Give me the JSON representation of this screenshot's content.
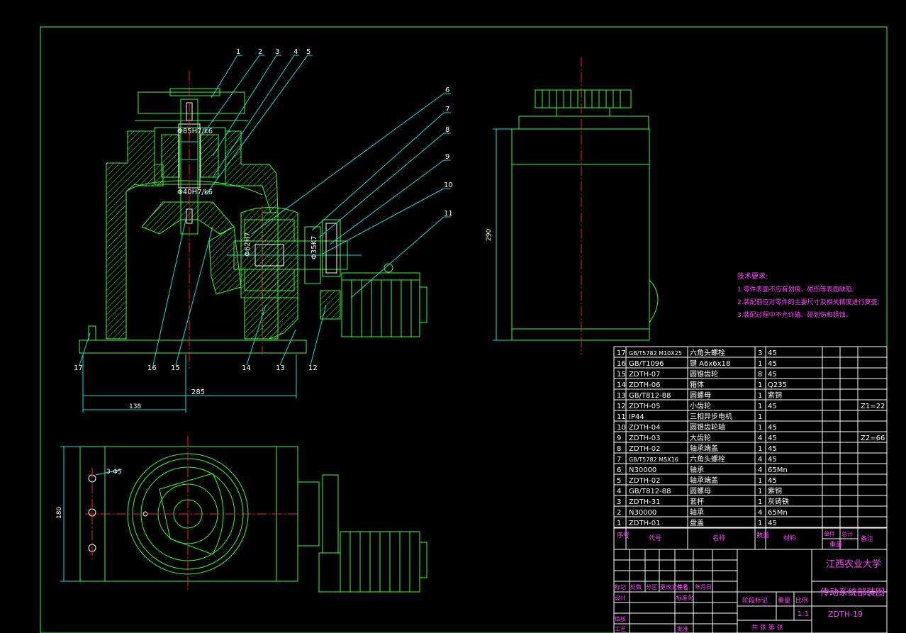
{
  "balloons": [
    "1",
    "2",
    "3",
    "4",
    "5",
    "6",
    "7",
    "8",
    "9",
    "10",
    "11",
    "12",
    "13",
    "14",
    "15",
    "16",
    "17"
  ],
  "dimensions": {
    "d285": "285",
    "d138": "138",
    "d290": "290",
    "d180": "180",
    "holes": "3-Φ5",
    "m1": "Φ85H7/k6",
    "m2": "Φ40H7/k6",
    "m3": "Φ62H7",
    "m4": "Φ35K7"
  },
  "tech": {
    "title": "技术要求:",
    "lines": [
      "1.零件表面不应有划痕、碰伤等表面缺陷;",
      "2.装配前应对零件的主要尺寸及相关精度进行复查;",
      "3.装配过程中不允许磕、碰划伤和锈蚀。"
    ]
  },
  "bom": {
    "rows": [
      {
        "no": "17",
        "code": "GB/T5782 M10X25",
        "name": "六角头螺栓",
        "qty": "3",
        "mat": "45",
        "note": ""
      },
      {
        "no": "16",
        "code": "GB/T1096",
        "name": "键 A6x6x18",
        "qty": "1",
        "mat": "45",
        "note": ""
      },
      {
        "no": "15",
        "code": "ZDTH-07",
        "name": "圆锥齿轮",
        "qty": "8",
        "mat": "45",
        "note": ""
      },
      {
        "no": "14",
        "code": "ZDTH-06",
        "name": "箱体",
        "qty": "1",
        "mat": "Q235",
        "note": ""
      },
      {
        "no": "13",
        "code": "GB/T812-88",
        "name": "圆螺母",
        "qty": "1",
        "mat": "紫铜",
        "note": ""
      },
      {
        "no": "12",
        "code": "ZDTH-05",
        "name": "小齿轮",
        "qty": "1",
        "mat": "45",
        "note": "Z1=22"
      },
      {
        "no": "11",
        "code": "IP44",
        "name": "三相异步电机",
        "qty": "1",
        "mat": "",
        "note": ""
      },
      {
        "no": "10",
        "code": "ZDTH-04",
        "name": "圆锥齿轮轴",
        "qty": "1",
        "mat": "45",
        "note": ""
      },
      {
        "no": "9",
        "code": "ZDTH-03",
        "name": "大齿轮",
        "qty": "4",
        "mat": "45",
        "note": "Z2=66"
      },
      {
        "no": "8",
        "code": "ZDTH-02",
        "name": "轴承端盖",
        "qty": "1",
        "mat": "45",
        "note": ""
      },
      {
        "no": "7",
        "code": "GB/T5782 M5X16",
        "name": "六角头螺栓",
        "qty": "4",
        "mat": "45",
        "note": ""
      },
      {
        "no": "6",
        "code": "N30000",
        "name": "轴承",
        "qty": "4",
        "mat": "65Mn",
        "note": ""
      },
      {
        "no": "5",
        "code": "ZDTH-02",
        "name": "轴承端盖",
        "qty": "1",
        "mat": "45",
        "note": ""
      },
      {
        "no": "4",
        "code": "GB/T812-88",
        "name": "圆螺母",
        "qty": "1",
        "mat": "紫铜",
        "note": ""
      },
      {
        "no": "3",
        "code": "ZDTH-31",
        "name": "套杯",
        "qty": "1",
        "mat": "灰铸铁",
        "note": ""
      },
      {
        "no": "2",
        "code": "N30000",
        "name": "轴承",
        "qty": "4",
        "mat": "65Mn",
        "note": ""
      },
      {
        "no": "1",
        "code": "ZDTH-01",
        "name": "盘盖",
        "qty": "1",
        "mat": "45",
        "note": ""
      }
    ],
    "header": {
      "no": "序号",
      "code": "代号",
      "name": "名称",
      "qty": "数量",
      "mat": "材料",
      "unit": "单件",
      "total": "总计",
      "weight": "重量",
      "note": "备注"
    }
  },
  "titleblock": {
    "school": "江西农业大学",
    "drawing_name": "传动系统部装图",
    "drawing_no": "ZDTH-19",
    "scale": "1:1",
    "row_labels": [
      "标记",
      "处数",
      "分区",
      "更改文件号",
      "签名",
      "年月日"
    ],
    "design": "设计",
    "standard": "标准化",
    "stage": "阶段标记",
    "weight": "重量",
    "ratio": "比例",
    "review": "审核",
    "craft": "工艺",
    "approve": "批准",
    "sheets": "共 张 第 张"
  }
}
